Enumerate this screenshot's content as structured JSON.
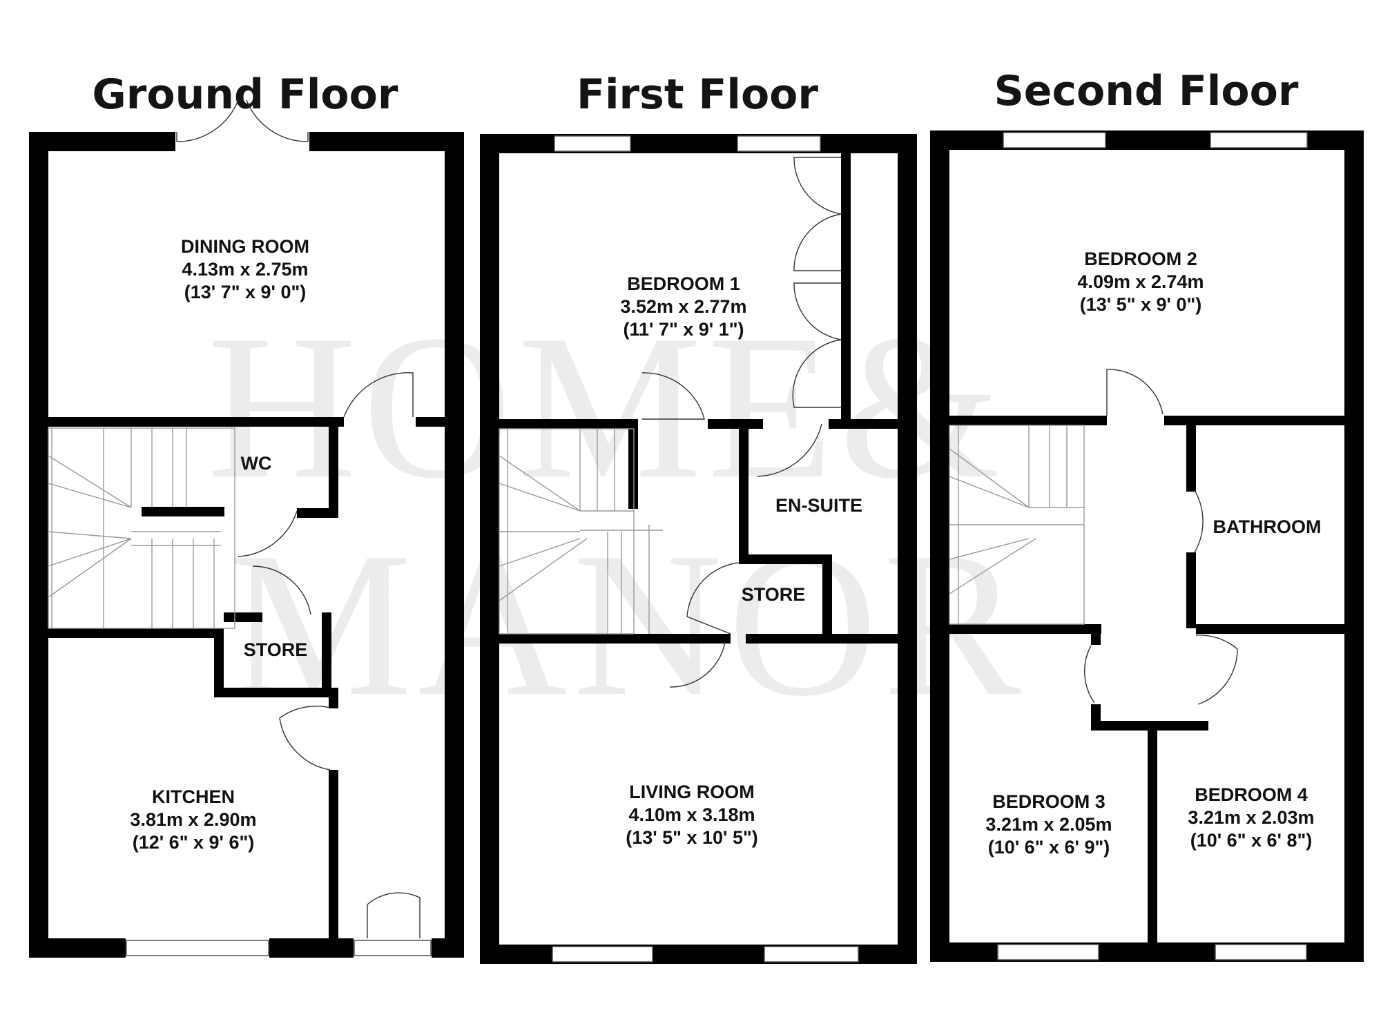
{
  "watermark": {
    "line1": "HOME&",
    "line2": "MANOR"
  },
  "floors": [
    {
      "title": "Ground Floor",
      "rooms": [
        {
          "name": "DINING ROOM",
          "metric": "4.13m x 2.75m",
          "imperial": "(13' 7\" x 9' 0\")"
        },
        {
          "name": "WC"
        },
        {
          "name": "STORE"
        },
        {
          "name": "KITCHEN",
          "metric": "3.81m x 2.90m",
          "imperial": "(12' 6\" x 9' 6\")"
        }
      ]
    },
    {
      "title": "First Floor",
      "rooms": [
        {
          "name": "BEDROOM 1",
          "metric": "3.52m x 2.77m",
          "imperial": "(11' 7\" x 9' 1\")"
        },
        {
          "name": "EN-SUITE"
        },
        {
          "name": "STORE"
        },
        {
          "name": "LIVING ROOM",
          "metric": "4.10m x 3.18m",
          "imperial": "(13' 5\" x 10' 5\")"
        }
      ]
    },
    {
      "title": "Second Floor",
      "rooms": [
        {
          "name": "BEDROOM 2",
          "metric": "4.09m x 2.74m",
          "imperial": "(13' 5\" x 9' 0\")"
        },
        {
          "name": "BATHROOM"
        },
        {
          "name": "BEDROOM 3",
          "metric": "3.21m x 2.05m",
          "imperial": "(10' 6\" x 6' 9\")"
        },
        {
          "name": "BEDROOM 4",
          "metric": "3.21m x 2.03m",
          "imperial": "(10' 6\" x 6' 8\")"
        }
      ]
    }
  ]
}
